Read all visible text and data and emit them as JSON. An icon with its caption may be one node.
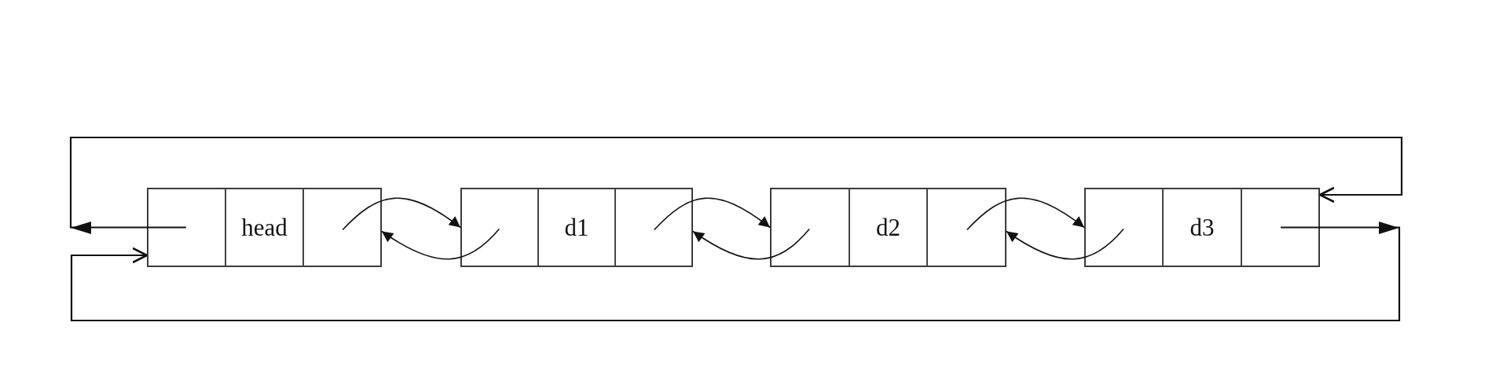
{
  "diagram": {
    "nodes": [
      {
        "text": [],
        "shape": "box"
      },
      {
        "text": [],
        "shape": "box",
        "in": 0
      },
      {
        "text": [
          "head"
        ],
        "in": 0
      },
      {
        "text": [],
        "shape": "box",
        "in": 0
      },
      {
        "text": [],
        "shape": "box"
      },
      {
        "text": [],
        "shape": "box",
        "in": 4
      },
      {
        "text": [
          "d1"
        ],
        "in": 4
      },
      {
        "text": [],
        "shape": "box",
        "in": 4
      },
      {
        "text": [],
        "shape": "box"
      },
      {
        "text": [],
        "shape": "box",
        "in": 8
      },
      {
        "text": [
          "d2"
        ],
        "in": 8
      },
      {
        "text": [],
        "shape": "box",
        "in": 8
      },
      {
        "text": [],
        "shape": "box"
      },
      {
        "text": [],
        "shape": "box",
        "in": 12
      },
      {
        "text": [
          "d3"
        ],
        "in": 12
      },
      {
        "text": [],
        "shape": "box",
        "in": 12
      }
    ],
    "edges": [
      {
        "from": 3,
        "to": 4,
        "arrow": "to"
      },
      {
        "from": 5,
        "to": 0,
        "arrow": "to"
      },
      {
        "from": 7,
        "to": 8,
        "arrow": "to"
      },
      {
        "from": 9,
        "to": 4,
        "arrow": "to"
      },
      {
        "from": 11,
        "to": 12,
        "arrow": "to"
      },
      {
        "from": 13,
        "to": 8,
        "arrow": "to"
      },
      {
        "from": 1,
        "to": 12,
        "arrow": "to"
      },
      {
        "from": 15,
        "to": 0,
        "arrow": "to"
      }
    ]
  }
}
